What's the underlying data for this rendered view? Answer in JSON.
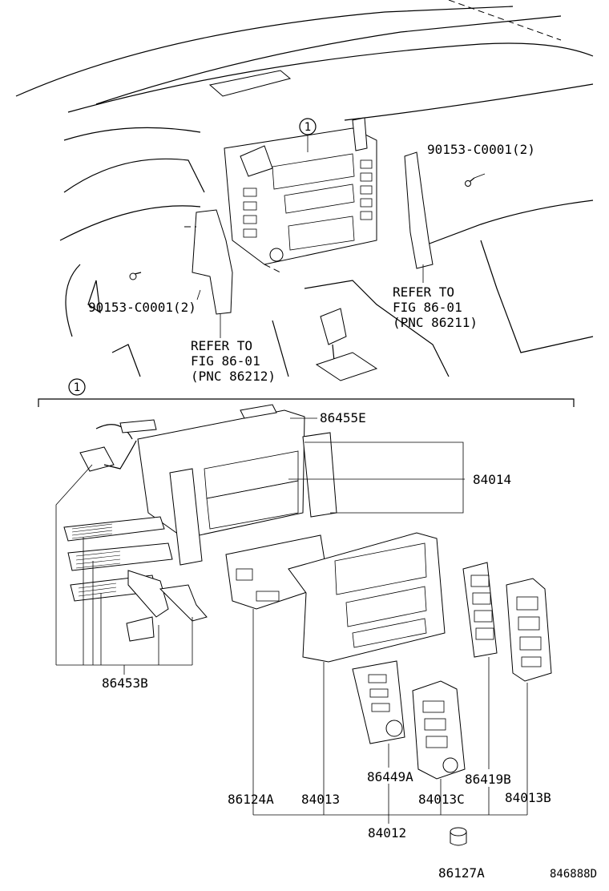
{
  "diagram": {
    "callout_symbol": "1",
    "upper": {
      "bolt_right": "90153-C0001(2)",
      "bolt_left": "90153-C0001(2)",
      "ref_right": [
        "REFER TO",
        "FIG 86-01",
        "(PNC 86211)"
      ],
      "ref_left": [
        "REFER TO",
        "FIG 86-01",
        "(PNC 86212)"
      ]
    },
    "lower": {
      "labels": {
        "p86455E": "86455E",
        "p84014": "84014",
        "p86453B": "86453B",
        "p86449A": "86449A",
        "p86419B": "86419B",
        "p86124A": "86124A",
        "p84013": "84013",
        "p84013C": "84013C",
        "p84013B": "84013B",
        "p84012": "84012",
        "p86127A": "86127A"
      }
    },
    "figure_code": "846888D"
  }
}
